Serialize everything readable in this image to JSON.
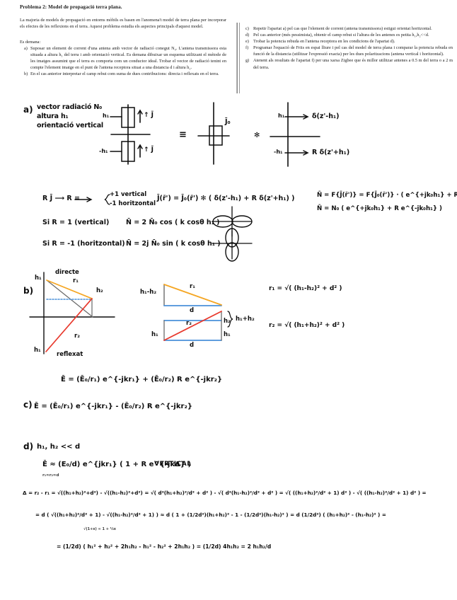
{
  "document": {
    "title": "Problema 2: Model de propagació terra plana.",
    "intro": "La majoria de models de propagació en entorns mòbils es basen en l'anomena't model de terra plana per incorporar els efectes de les reflexions en el terra. Aquest problema estudia els aspectes principals d'aquest model.",
    "demana_label": "Es demana:",
    "items_left": [
      {
        "marker": "a)",
        "text": "Suposar un element de corrent d'una antena amb vector de radiació conegut N₀. L'antena transmissora esta situada a altura h₁ del terra i amb orientació vertical. Es demana dibuixar un esquema utilitzant el métode de les imatges assumint que el terra es comporta com un conductor ideal. Trobar el vector de radiació tenint en compte l'element imatge en el punt de l'antena receptora situat a una distancia d i altura h₂."
      },
      {
        "marker": "b)",
        "text": "En el cas anterior interpretar el camp rebut com suma de dues contribucions: directa i reflexats en el terra."
      }
    ],
    "items_right": [
      {
        "marker": "c)",
        "text": "Repetir l'apartat a) pel cas que l'element de corrent (antena transmissora) estigui orientat horitzontal."
      },
      {
        "marker": "d)",
        "text": "Pel cas anterior (més pessimista), obtenir el camp rebut si l'altura de les antenes es petita h₁,h₂<<d."
      },
      {
        "marker": "e)",
        "text": "Trobar la potencia rebuda en l'antena receptora en les condicions de l'apartat d)."
      },
      {
        "marker": "f)",
        "text": "Programar l'equació de Friis en espai lliure i pel cas del model de terra plana i comparar la potencia rebuda en funció de la distancia (utilitzar l'expressió exacta) per les dues polaritzacions (antena vertical i horitzontal)."
      },
      {
        "marker": "g)",
        "text": "Atenent als resultats de l'apartat f) per una xarsa Zigbee que és millor utilitzar antenes a 0.5 m del terra o a 2 m del terra."
      }
    ]
  },
  "solution": {
    "section_a": {
      "label": "a)",
      "note_line1": "vector radiació N₀",
      "note_line2": "altura h₁",
      "note_line3": "orientació vertical",
      "diagram1_label_top": "h₁",
      "diagram1_label_bottom": "-h₁",
      "diagram1_arrow_top": "↑ J̄",
      "diagram1_arrow_bottom": "↑ J̄",
      "equiv_symbol": "≡",
      "diagram2_label": "J̄₀",
      "convolve_symbol": "✻",
      "diagram3_label_top": "h₁",
      "diagram3_label_bottom": "-h₁",
      "diagram3_delta_top": "δ(z'-h₁)",
      "diagram3_delta_bottom": "R δ(z'+h₁)"
    },
    "equations_a": {
      "rj": "R J̄  ⟶  R =",
      "case_vertical": "+1 vertical",
      "case_horizontal": "-1 horitzontal",
      "current": "J̄(r̄') = J̄₀(r̄') ✻ ( δ(z'-h₁) + R δ(z'+h₁) )",
      "radiation1": "N̄ = F{J̄(r̄')} = F{J̄₀(r̄')} · ( e^{+jk₀h₁} + R e^{-jk₀h₁} )",
      "radiation2": "N̄ = N₀ ( e^{+jk₀h₁} + R e^{-jk₀h₁} )",
      "si_r_pos": "Si R = 1 (vertical)",
      "si_r_pos_result": "N̄ = 2 N̄₀ cos ( k cosθ h₁ )",
      "si_r_neg": "Si R = -1 (horitzontal)",
      "si_r_neg_result": "N̄ = 2j N̄₀ sin ( k cosθ h₁ )"
    },
    "section_b": {
      "label": "b)",
      "diag_h1": "h₁",
      "diag_h2": "h₂",
      "diag_h1_low": "h₁",
      "diag_direct": "directe",
      "diag_reflect": "reflexat",
      "diag_r1": "r₁",
      "diag_r2": "r₂",
      "tri1_side": "h₁-h₂",
      "tri1_hyp": "r₁",
      "tri1_base": "d",
      "tri2_hyp": "r₂",
      "tri2_h2": "h₂",
      "tri2_h1": "h₁",
      "tri2_left": "h₁",
      "tri2_base": "d",
      "tri2_brace": "h₁+h₂",
      "formula_r1": "r₁ = √( (h₁-h₂)² + d² )",
      "formula_r2": "r₂ = √( (h₁+h₂)² + d² )",
      "field_eq": "Ē = (Ē₀/r₁) e^{-jkr₁} + (Ē₀/r₂) R e^{-jkr₂}"
    },
    "section_c": {
      "label": "c)",
      "field_eq": "Ē = (Ē₀/r₁) e^{-jkr₁} - (Ē₀/r₂) R e^{-jkr₂}"
    },
    "section_d": {
      "label": "d)",
      "condition": "h₁, h₂ << d",
      "field_eq": "Ē ≈ (E₀/d) e^{jkr₁} ( 1 + R e^{-jkΔ} )",
      "field_eq_note": "r₁≈r₂≈d",
      "polarization": "VERTICAL",
      "delta_line1": "Δ = r₂ - r₁ = √((h₁+h₂)²+d²) - √((h₁-h₂)²+d²) = √( d²(h₁+h₂)²/d² + d² ) - √( d²(h₁-h₂)²/d² + d² ) = √( ((h₁+h₂)²/d² + 1) d² ) - √( ((h₁-h₂)²/d² + 1) d² ) =",
      "delta_line2": "= d ( √((h₁+h₂)²/d² + 1) - √((h₁-h₂)²/d² + 1) ) ≈ d ( 1 + (1/2d²)(h₁+h₂)² - 1 - (1/2d²)(h₁-h₂)² ) = d (1/2d²) ( (h₁+h₂)² - (h₁-h₂)² ) =",
      "delta_approx_note": "√(1+x) ≈ 1 + ½x",
      "delta_line3": "= (1/2d) ( h₁² + h₂² + 2h₁h₂ - h₁² - h₂² + 2h₁h₂ ) = (1/2d) 4h₁h₂ = 2 h₁h₂/d"
    }
  },
  "colors": {
    "ink": "#0d0d0d",
    "orange": "#f5a623",
    "red": "#e8392d",
    "blue": "#4a90d9",
    "gray": "#6b6b6b",
    "printed": "#1a1a1a"
  }
}
